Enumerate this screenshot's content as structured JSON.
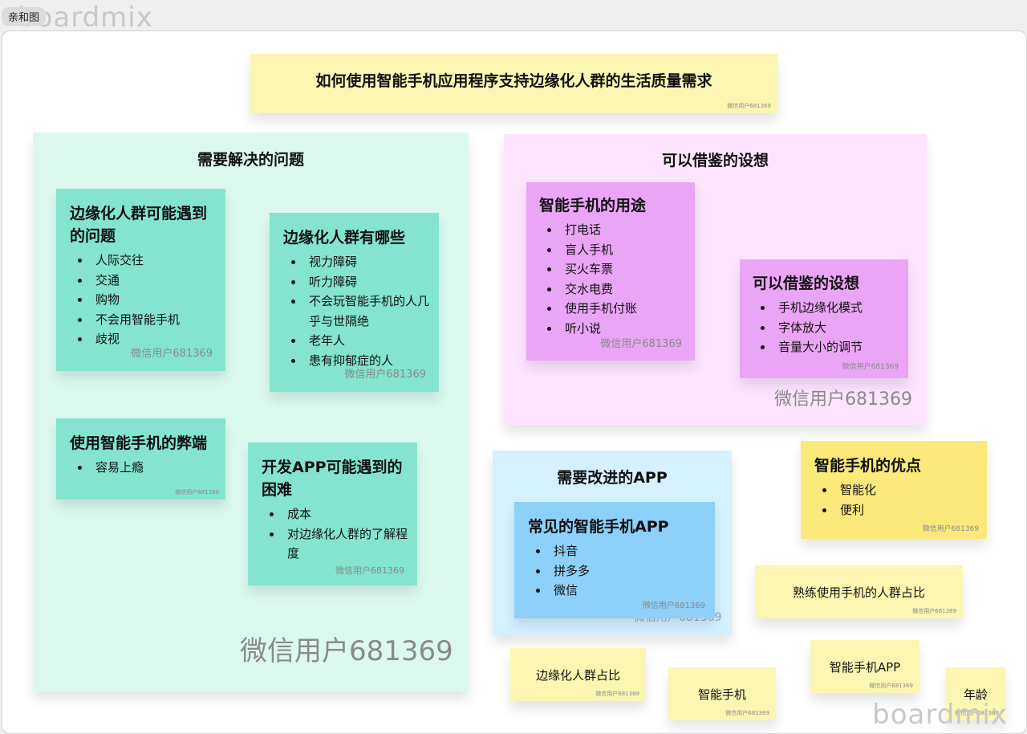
{
  "app": {
    "tab_label": "亲和图",
    "watermark": "boardmix"
  },
  "colors": {
    "mint_section": "#dcf9ef",
    "mint_note": "#84e4cf",
    "pink_section": "#fde5ff",
    "violet_note": "#eba5f7",
    "blue_section": "#d5f0ff",
    "blue_note": "#8dd0fa",
    "yellow_note": "#fbe97c",
    "pale_yellow": "#fbf7b2"
  },
  "title_note": {
    "text": "如何使用智能手机应用程序支持边缘化人群的生活质量需求",
    "author": "微信用户681369"
  },
  "sections": {
    "problems": {
      "title": "需要解决的问题",
      "author": "微信用户681369"
    },
    "ideas": {
      "title": "可以借鉴的设想",
      "author": "微信用户681369"
    },
    "apps": {
      "title": "需要改进的APP",
      "author": "微信用户681369"
    }
  },
  "notes": {
    "issues": {
      "title": "边缘化人群可能遇到的问题",
      "items": [
        "人际交往",
        "交通",
        "购物",
        "不会用智能手机",
        "歧视"
      ],
      "author": "微信用户681369"
    },
    "groups": {
      "title": "边缘化人群有哪些",
      "items": [
        "视力障碍",
        "听力障碍",
        "不会玩智能手机的人几乎与世隔绝",
        "老年人",
        "患有抑郁症的人"
      ],
      "author": "微信用户681369"
    },
    "drawbacks": {
      "title": "使用智能手机的弊端",
      "items": [
        "容易上瘾"
      ],
      "author": "微信用户681369"
    },
    "dev": {
      "title": "开发APP可能遇到的困难",
      "items": [
        "成本",
        "对边缘化人群的了解程度"
      ],
      "author": "微信用户681369"
    },
    "uses": {
      "title": "智能手机的用途",
      "items": [
        "打电话",
        "盲人手机",
        "买火车票",
        "交水电费",
        "使用手机付账",
        "听小说"
      ],
      "author": "微信用户681369"
    },
    "borrow": {
      "title": "可以借鉴的设想",
      "items": [
        "手机边缘化模式",
        "字体放大",
        "音量大小的调节"
      ],
      "author": "微信用户681369"
    },
    "common_apps": {
      "title": "常见的智能手机APP",
      "items": [
        "抖音",
        "拼多多",
        "微信"
      ],
      "author": "微信用户681369"
    },
    "advantages": {
      "title": "智能手机的优点",
      "items": [
        "智能化",
        "便利"
      ],
      "author": "微信用户681369"
    },
    "skilled_ratio": {
      "text": "熟练使用手机的人群占比",
      "author": "微信用户681369"
    },
    "marginal_ratio": {
      "text": "边缘化人群占比",
      "author": "微信用户681369"
    },
    "smartphone": {
      "text": "智能手机",
      "author": "微信用户681369"
    },
    "smartphone_app": {
      "text": "智能手机APP",
      "author": "微信用户681369"
    },
    "age": {
      "text": "年龄",
      "author": "微信用户681369"
    }
  }
}
